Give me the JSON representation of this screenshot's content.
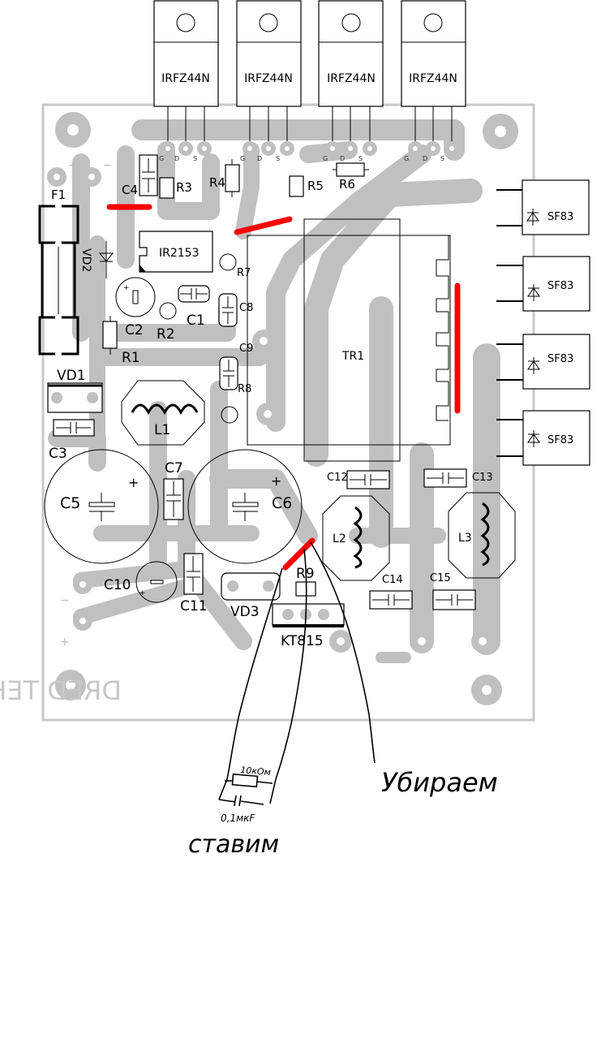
{
  "title": "IR2153 power supply PCB layout with modification notes",
  "board": {
    "watermark": "DRED TEHNARY.RU",
    "silk_colors": {
      "tracks": "#c0c0c0",
      "jumper": "#ff0000",
      "outline": "#000000"
    }
  },
  "transistors": {
    "q1": "IRFZ44N",
    "q2": "IRFZ44N",
    "q3": "IRFZ44N",
    "q4": "IRFZ44N",
    "pins": [
      "G",
      "D",
      "S"
    ]
  },
  "components": {
    "f1": "F1",
    "vd1": "VD1",
    "vd2": "VD2",
    "vd3": "VD3",
    "ic": "IR2153",
    "c1": "C1",
    "c2": "C2",
    "c3": "C3",
    "c4": "C4",
    "c5": "C5",
    "c6": "C6",
    "c7": "C7",
    "c8": "C8",
    "c9": "C9",
    "c10": "C10",
    "c11": "C11",
    "c12": "C12",
    "c13": "C13",
    "c14": "C14",
    "c15": "C15",
    "r1": "R1",
    "r2": "R2",
    "r3": "R3",
    "r4": "R4",
    "r5": "R5",
    "r6": "R6",
    "r7": "R7",
    "r8": "R8",
    "r9": "R9",
    "l1": "L1",
    "l2": "L2",
    "l3": "L3",
    "tr1": "TR1",
    "kt": "KT815",
    "sf1": "SF83",
    "sf2": "SF83",
    "sf3": "SF83",
    "sf4": "SF83",
    "plus": "+",
    "minus": "−"
  },
  "annotations": {
    "resistor_value": "10кОм",
    "capacitor_value": "0,1мкF",
    "add_note": "ставим",
    "remove_note": "Убираем"
  }
}
